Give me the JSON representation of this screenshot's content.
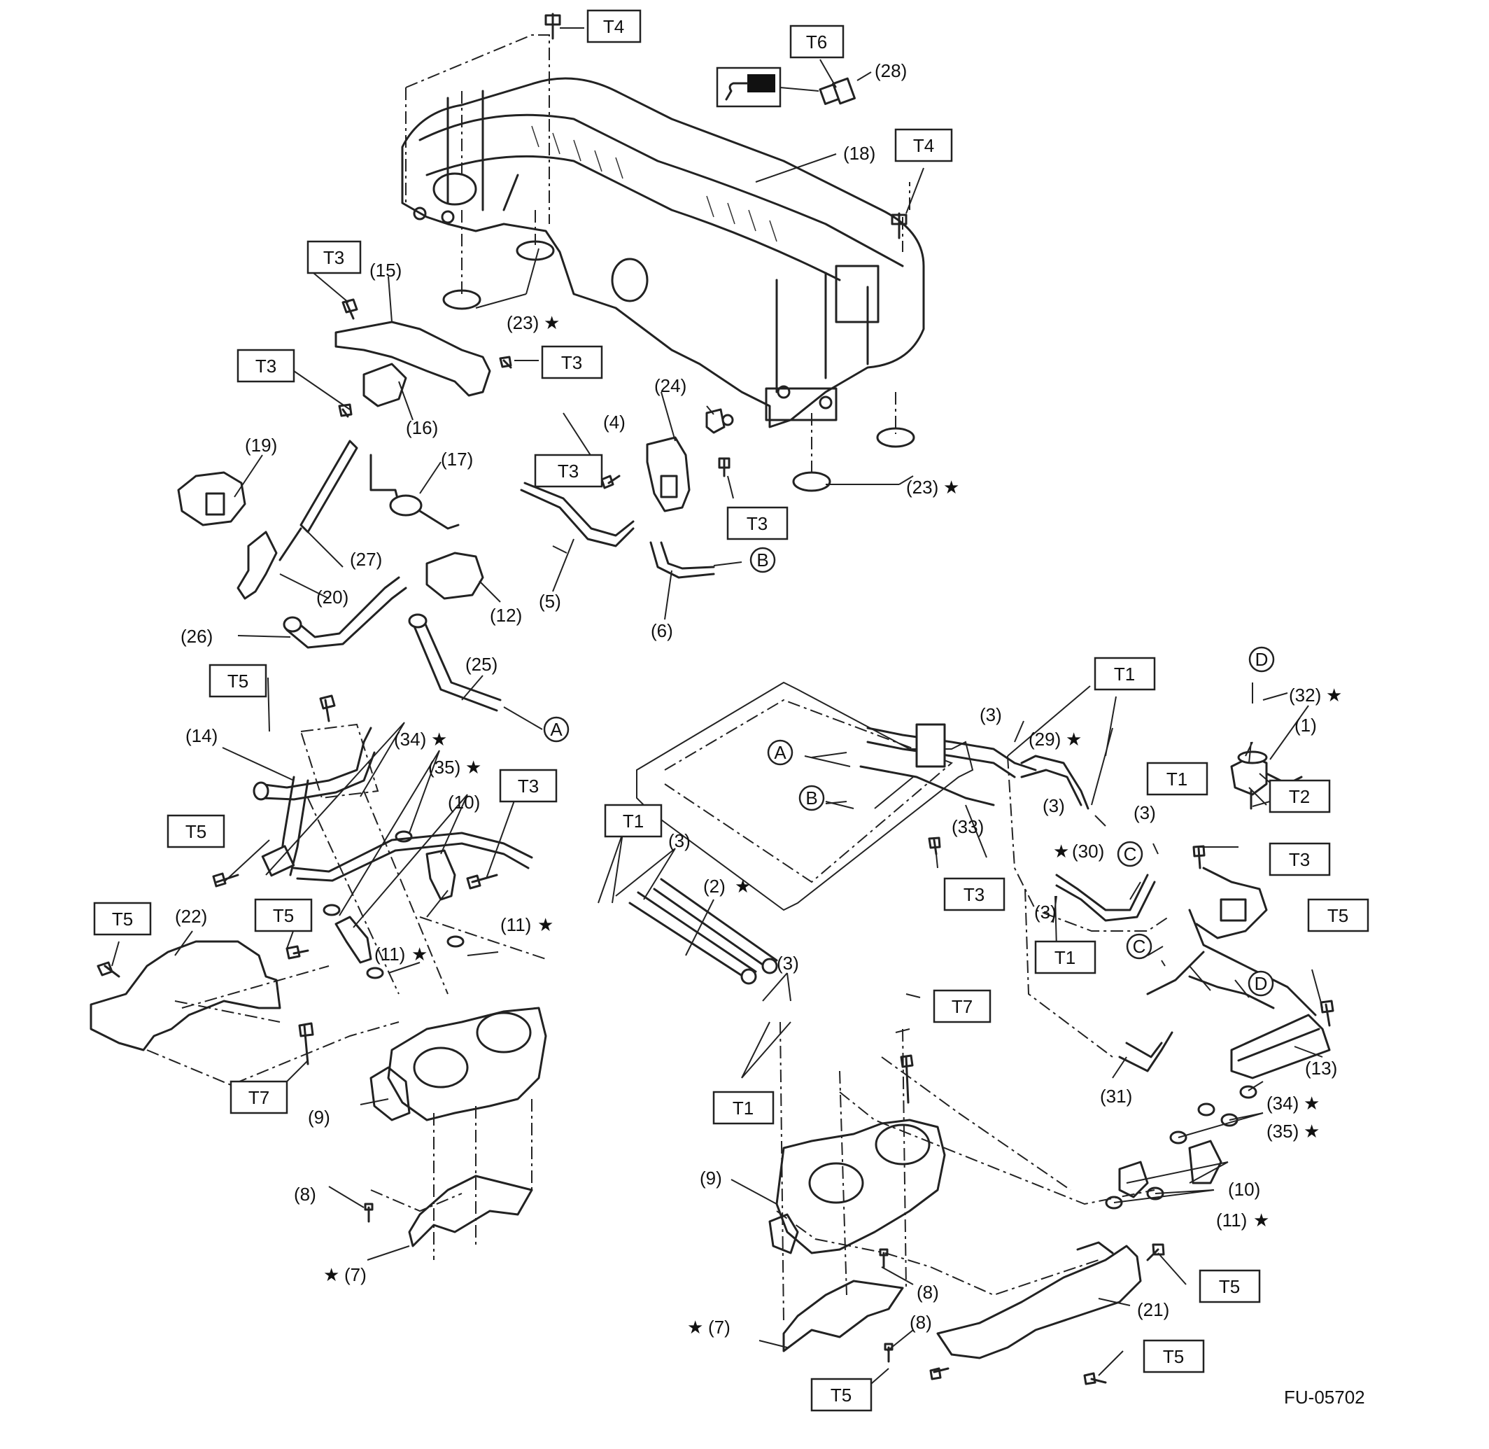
{
  "figure_code": "FU-05702",
  "star_symbol": "★",
  "torque_labels": [
    "T1",
    "T2",
    "T3",
    "T4",
    "T5",
    "T6",
    "T7"
  ],
  "callouts": [
    "(1)",
    "(2)",
    "(3)",
    "(4)",
    "(5)",
    "(6)",
    "(7)",
    "(8)",
    "(9)",
    "(10)",
    "(11)",
    "(12)",
    "(13)",
    "(14)",
    "(15)",
    "(16)",
    "(17)",
    "(18)",
    "(19)",
    "(20)",
    "(21)",
    "(22)",
    "(23)",
    "(24)",
    "(25)",
    "(26)",
    "(27)",
    "(28)",
    "(29)",
    "(30)",
    "(31)",
    "(32)",
    "(33)",
    "(34)",
    "(35)"
  ],
  "connectors": [
    "A",
    "B",
    "C",
    "D"
  ]
}
